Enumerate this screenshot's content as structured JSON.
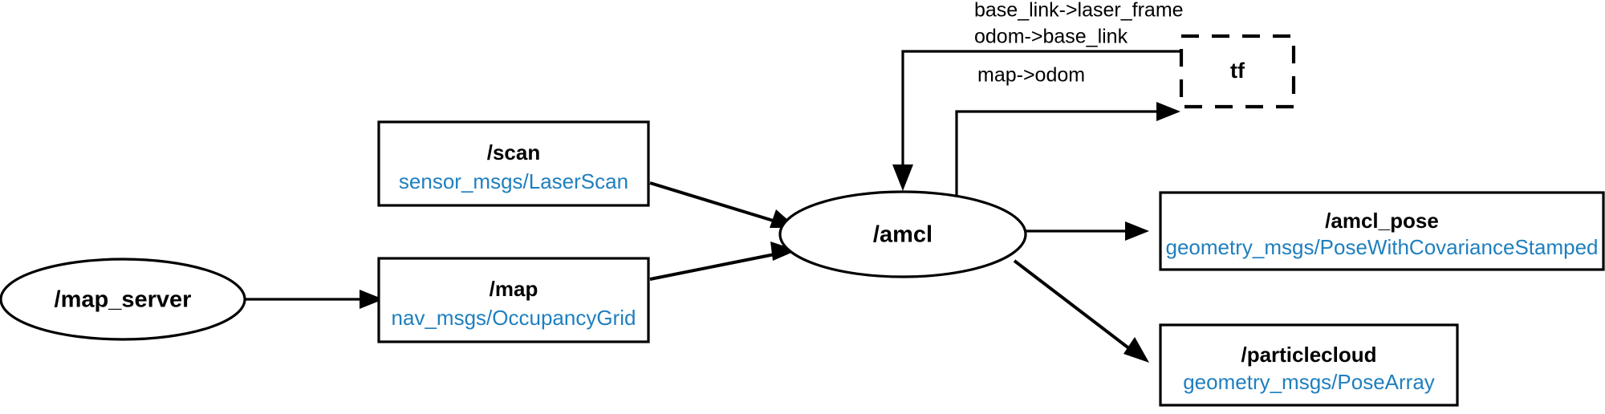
{
  "diagram": {
    "title": "ROS AMCL node graph",
    "background_color": "#ffffff",
    "stroke_color": "#000000",
    "topic_type_color": "#1f7fbe"
  },
  "nodes": {
    "map_server": {
      "label": "/map_server",
      "shape": "ellipse"
    },
    "amcl": {
      "label": "/amcl",
      "shape": "ellipse"
    },
    "tf": {
      "label": "tf",
      "shape": "dashed-rect"
    }
  },
  "topics": {
    "scan": {
      "name": "/scan",
      "type": "sensor_msgs/LaserScan"
    },
    "map": {
      "name": "/map",
      "type": "nav_msgs/OccupancyGrid"
    },
    "amcl_pose": {
      "name": "/amcl_pose",
      "type": "geometry_msgs/PoseWithCovarianceStamped"
    },
    "particlecloud": {
      "name": "/particlecloud",
      "type": "geometry_msgs/PoseArray"
    }
  },
  "edge_labels": {
    "tf_in_line1": "base_link->laser_frame",
    "tf_in_line2": "odom->base_link",
    "tf_out": "map->odom"
  }
}
